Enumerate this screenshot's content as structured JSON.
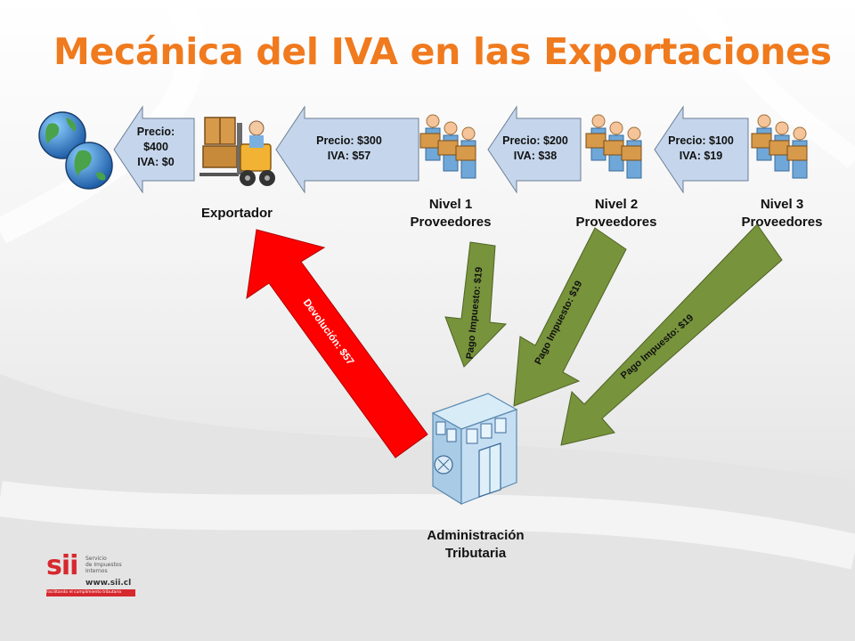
{
  "title": "Mecánica del IVA en las Exportaciones",
  "flows": {
    "buyer": {
      "line1": "Precio:",
      "line2": "$400",
      "line3": "IVA: $0"
    },
    "exporter": {
      "line1": "Precio: $300",
      "line2": "IVA: $57"
    },
    "level1": {
      "line1": "Precio: $200",
      "line2": "IVA: $38"
    },
    "level2": {
      "line1": "Precio: $100",
      "line2": "IVA: $19"
    }
  },
  "actors": {
    "exporter": "Exportador",
    "level1": {
      "line1": "Nivel 1",
      "line2": "Proveedores"
    },
    "level2": {
      "line1": "Nivel 2",
      "line2": "Proveedores"
    },
    "level3": {
      "line1": "Nivel 3",
      "line2": "Proveedores"
    },
    "tax_admin": {
      "line1": "Administración",
      "line2": "Tributaria"
    }
  },
  "payments": {
    "refund": "Devolución: $57",
    "tax1": "Pago Impuesto: $19",
    "tax2": "Pago Impuesto: $19",
    "tax3": "Pago Impuesto: $19"
  },
  "logo": {
    "brand": "sii",
    "line1": "Servicio",
    "line2": "de Impuestos",
    "line3": "Internos",
    "url": "www.sii.cl",
    "tagline": "Facilitando el cumplimiento tributario"
  },
  "colors": {
    "title": "#f07a1e",
    "price_arrow": "#c5d6ec",
    "tax_arrow": "#77933c",
    "refund_arrow": "#ff0000",
    "logo_red": "#d7282e"
  },
  "icons": [
    "globe-icon",
    "forklift-icon",
    "supplier-group-icon",
    "vault-building-icon"
  ]
}
